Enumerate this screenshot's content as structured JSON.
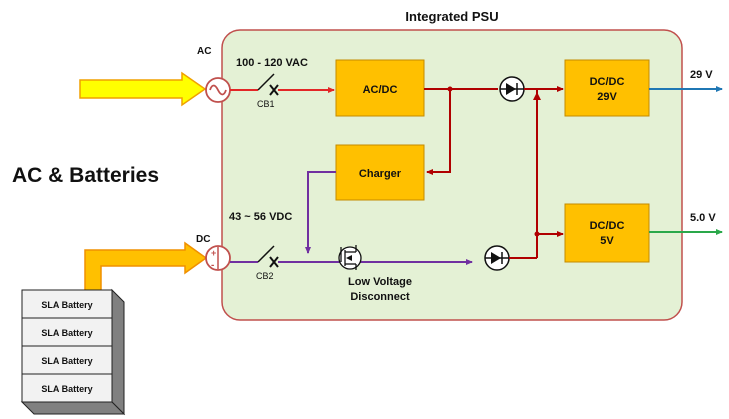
{
  "title": "Integrated PSU",
  "side_label": "AC & Batteries",
  "inputs": {
    "ac_label": "AC",
    "dc_label": "DC",
    "ac_voltage": "100 - 120  VAC",
    "dc_voltage": "43 ~ 56 VDC"
  },
  "breakers": {
    "cb1": "CB1",
    "cb2": "CB2"
  },
  "blocks": {
    "acdc": "AC/DC",
    "charger": "Charger",
    "dcdc29_line1": "DC/DC",
    "dcdc29_line2": "29V",
    "dcdc5_line1": "DC/DC",
    "dcdc5_line2": "5V"
  },
  "lvd": {
    "line1": "Low Voltage",
    "line2": "Disconnect"
  },
  "outputs": {
    "out29": "29 V",
    "out5": "5.0 V"
  },
  "battery": {
    "cells": [
      "SLA Battery",
      "SLA Battery",
      "SLA Battery",
      "SLA Battery"
    ]
  },
  "colors": {
    "panel_fill": "#e4f1d5",
    "panel_stroke": "#c0504d",
    "block_fill": "#ffc000",
    "block_stroke": "#c48a00",
    "ac_wire": "#e32626",
    "dc_wire": "#7030a0",
    "path_wire": "#b00000",
    "out29_wire": "#1f77b4",
    "out5_wire": "#2aa84a",
    "arrow_fill": "#ffff00",
    "arrow_stroke": "#f0a000"
  }
}
